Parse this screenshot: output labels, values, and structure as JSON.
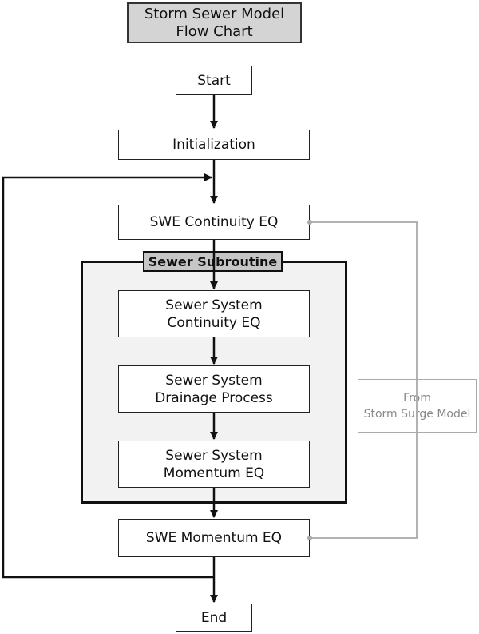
{
  "title": "Storm Sewer Model\nFlow Chart",
  "nodes": {
    "start": "Start",
    "init": "Initialization",
    "swe_cont": "SWE Continuity EQ",
    "sewer_cont": "Sewer System\nContinuity EQ",
    "sewer_drain": "Sewer System\nDrainage Process",
    "sewer_mom": "Sewer System\nMomentum EQ",
    "swe_mom": "SWE Momentum EQ",
    "end": "End"
  },
  "subroutine_label": "Sewer Subroutine",
  "external_input": "From\nStorm Surge Model",
  "colors": {
    "line": "#111111",
    "external_line": "#aaaaaa",
    "subroutine_fill": "#f2f2f2",
    "title_fill": "#d4d4d4"
  }
}
